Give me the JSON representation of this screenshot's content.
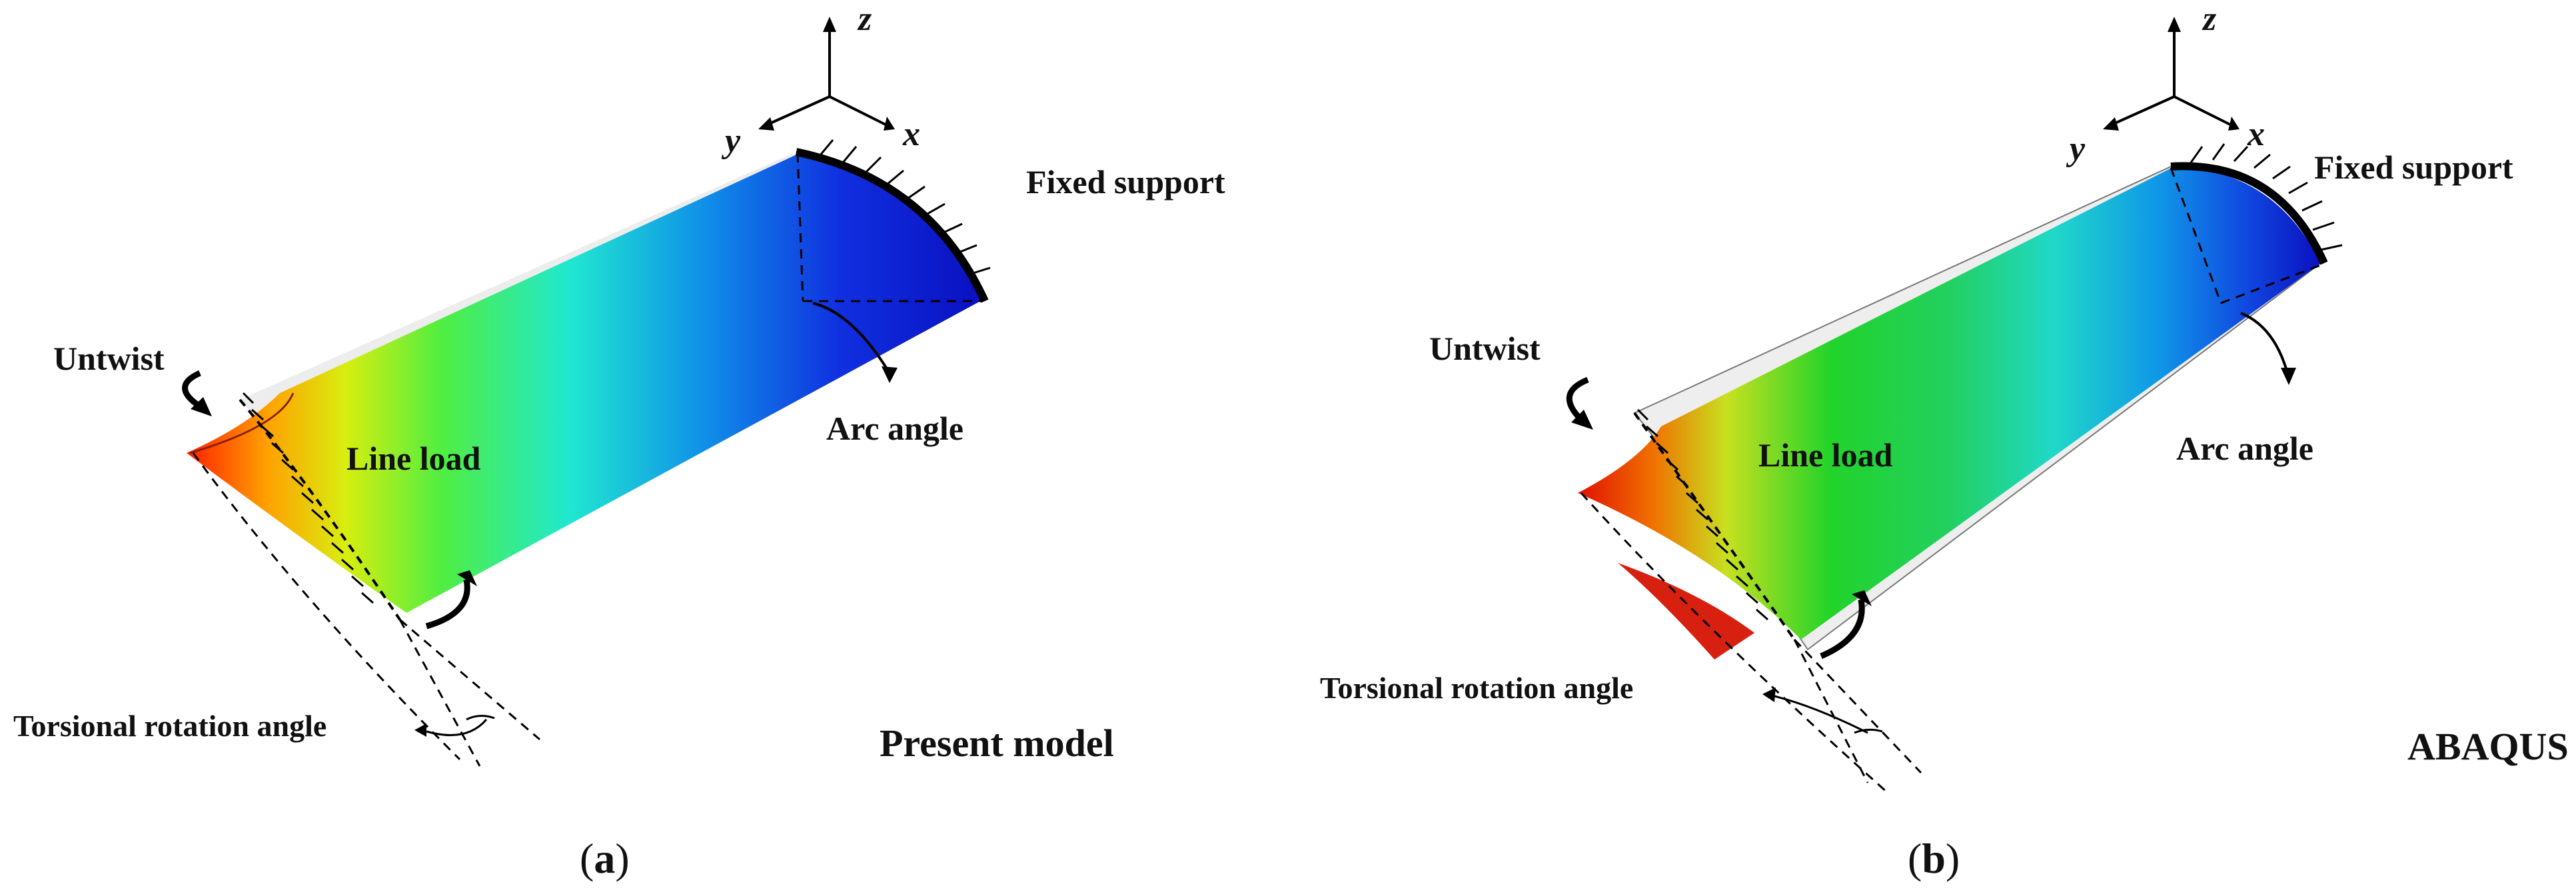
{
  "panel_a": {
    "axes": {
      "z": "z",
      "y": "y",
      "x": "x"
    },
    "labels": {
      "fixed_support": "Fixed support",
      "arc_angle": "Arc angle",
      "untwist": "Untwist",
      "line_load": "Line load",
      "torsional_rotation_angle": "Torsional rotation angle"
    },
    "model_name": "Present model",
    "caption": {
      "open": "(",
      "letter": "a",
      "close": ")"
    }
  },
  "panel_b": {
    "axes": {
      "z": "z",
      "y": "y",
      "x": "x"
    },
    "labels": {
      "fixed_support": "Fixed support",
      "arc_angle": "Arc angle",
      "untwist": "Untwist",
      "line_load": "Line load",
      "torsional_rotation_angle": "Torsional rotation angle"
    },
    "model_name": "ABAQUS",
    "caption": {
      "open": "(",
      "letter": "b",
      "close": ")"
    }
  },
  "colors": {
    "fixed_end": "#0a14c8",
    "mid": "#28e6c8",
    "free_end": "#ff2a00",
    "abaqus_green": "#22d32a"
  }
}
